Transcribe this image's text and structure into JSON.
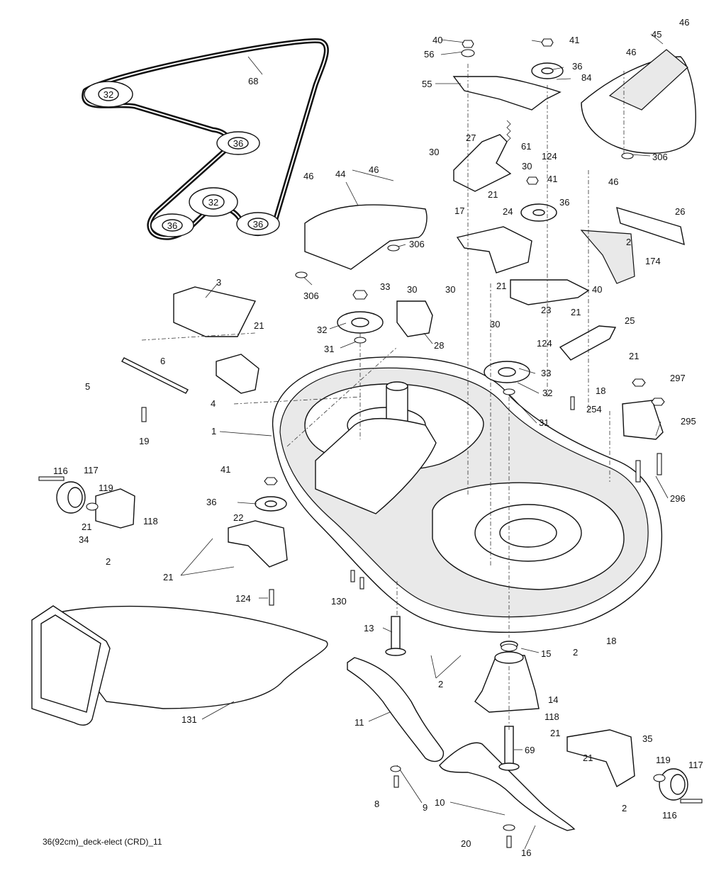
{
  "caption": "36(92cm)_deck-elect (CRD)_11",
  "belt_pulleys": [
    "32",
    "36",
    "32",
    "36",
    "36"
  ],
  "callouts": [
    {
      "id": "c68",
      "text": "68"
    },
    {
      "id": "c40a",
      "text": "40"
    },
    {
      "id": "c56",
      "text": "56"
    },
    {
      "id": "c41a",
      "text": "41"
    },
    {
      "id": "c36a",
      "text": "36"
    },
    {
      "id": "c84",
      "text": "84"
    },
    {
      "id": "c55",
      "text": "55"
    },
    {
      "id": "c46a",
      "text": "46"
    },
    {
      "id": "c45",
      "text": "45"
    },
    {
      "id": "c46b",
      "text": "46"
    },
    {
      "id": "c124a",
      "text": "124"
    },
    {
      "id": "c306a",
      "text": "306"
    },
    {
      "id": "c27",
      "text": "27"
    },
    {
      "id": "c61",
      "text": "61"
    },
    {
      "id": "c30a",
      "text": "30"
    },
    {
      "id": "c30b",
      "text": "30"
    },
    {
      "id": "c41b",
      "text": "41"
    },
    {
      "id": "c46c",
      "text": "46"
    },
    {
      "id": "c21a",
      "text": "21"
    },
    {
      "id": "c17",
      "text": "17"
    },
    {
      "id": "c36b",
      "text": "36"
    },
    {
      "id": "c24",
      "text": "24"
    },
    {
      "id": "c26",
      "text": "26"
    },
    {
      "id": "c2a",
      "text": "2"
    },
    {
      "id": "c174",
      "text": "174"
    },
    {
      "id": "c21b",
      "text": "21"
    },
    {
      "id": "c40b",
      "text": "40"
    },
    {
      "id": "c46d",
      "text": "46"
    },
    {
      "id": "c44",
      "text": "44"
    },
    {
      "id": "c46e",
      "text": "46"
    },
    {
      "id": "c306b",
      "text": "306"
    },
    {
      "id": "c306c",
      "text": "306"
    },
    {
      "id": "c3",
      "text": "3"
    },
    {
      "id": "c33a",
      "text": "33"
    },
    {
      "id": "c30c",
      "text": "30"
    },
    {
      "id": "c30d",
      "text": "30"
    },
    {
      "id": "c32a",
      "text": "32"
    },
    {
      "id": "c31a",
      "text": "31"
    },
    {
      "id": "c28",
      "text": "28"
    },
    {
      "id": "c21c",
      "text": "21"
    },
    {
      "id": "c23",
      "text": "23"
    },
    {
      "id": "c21d",
      "text": "21"
    },
    {
      "id": "c25",
      "text": "25"
    },
    {
      "id": "c30e",
      "text": "30"
    },
    {
      "id": "c124b",
      "text": "124"
    },
    {
      "id": "c21e",
      "text": "21"
    },
    {
      "id": "c6",
      "text": "6"
    },
    {
      "id": "c5",
      "text": "5"
    },
    {
      "id": "c4",
      "text": "4"
    },
    {
      "id": "c19",
      "text": "19"
    },
    {
      "id": "c33b",
      "text": "33"
    },
    {
      "id": "c32b",
      "text": "32"
    },
    {
      "id": "c18a",
      "text": "18"
    },
    {
      "id": "c297",
      "text": "297"
    },
    {
      "id": "c254",
      "text": "254"
    },
    {
      "id": "c31b",
      "text": "31"
    },
    {
      "id": "c295",
      "text": "295"
    },
    {
      "id": "c1",
      "text": "1"
    },
    {
      "id": "c296",
      "text": "296"
    },
    {
      "id": "c116a",
      "text": "116"
    },
    {
      "id": "c117a",
      "text": "117"
    },
    {
      "id": "c41c",
      "text": "41"
    },
    {
      "id": "c119a",
      "text": "119"
    },
    {
      "id": "c36c",
      "text": "36"
    },
    {
      "id": "c22",
      "text": "22"
    },
    {
      "id": "c21f",
      "text": "21"
    },
    {
      "id": "c118a",
      "text": "118"
    },
    {
      "id": "c34",
      "text": "34"
    },
    {
      "id": "c2b",
      "text": "2"
    },
    {
      "id": "c21g",
      "text": "21"
    },
    {
      "id": "c124c",
      "text": "124"
    },
    {
      "id": "c130",
      "text": "130"
    },
    {
      "id": "c13",
      "text": "13"
    },
    {
      "id": "c15",
      "text": "15"
    },
    {
      "id": "c2c",
      "text": "2"
    },
    {
      "id": "c18b",
      "text": "18"
    },
    {
      "id": "c2d",
      "text": "2"
    },
    {
      "id": "c14",
      "text": "14"
    },
    {
      "id": "c131",
      "text": "131"
    },
    {
      "id": "c11",
      "text": "11"
    },
    {
      "id": "c118b",
      "text": "118"
    },
    {
      "id": "c21h",
      "text": "21"
    },
    {
      "id": "c35",
      "text": "35"
    },
    {
      "id": "c69",
      "text": "69"
    },
    {
      "id": "c21i",
      "text": "21"
    },
    {
      "id": "c119b",
      "text": "119"
    },
    {
      "id": "c117b",
      "text": "117"
    },
    {
      "id": "c8",
      "text": "8"
    },
    {
      "id": "c10",
      "text": "10"
    },
    {
      "id": "c9",
      "text": "9"
    },
    {
      "id": "c2e",
      "text": "2"
    },
    {
      "id": "c116b",
      "text": "116"
    },
    {
      "id": "c20",
      "text": "20"
    },
    {
      "id": "c16",
      "text": "16"
    }
  ]
}
